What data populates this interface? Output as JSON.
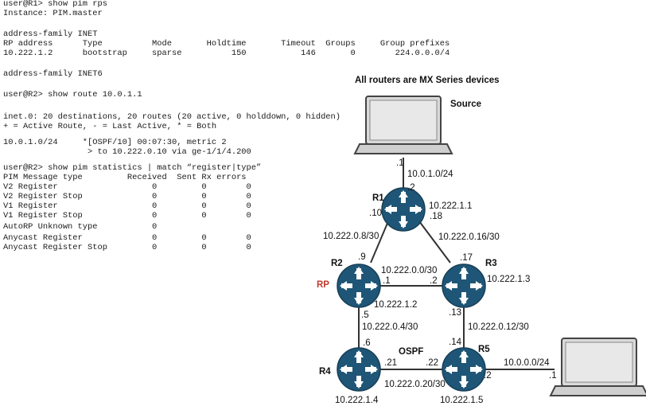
{
  "cli": [
    "user@R1> show pim rps",
    "Instance: PIM.master",
    "",
    "address-family INET",
    "RP address      Type          Mode       Holdtime       Timeout  Groups     Group prefixes",
    "10.222.1.2      bootstrap     sparse          150           146       0        224.0.0.0/4",
    "",
    "address-family INET6",
    "",
    "user@R2> show route 10.0.1.1",
    "",
    "inet.0: 20 destinations, 20 routes (20 active, 0 holddown, 0 hidden)",
    "+ = Active Route, - = Last Active, * = Both",
    "",
    "10.0.1.0/24     *[OSPF/10] 00:07:30, metric 2",
    "                 > to 10.222.0.10 via ge-1/1/4.200",
    "user@R2> show pim statistics | match “register|type”",
    "PIM Message type         Received  Sent Rx errors",
    "V2 Register                   0         0        0",
    "V2 Register Stop              0         0        0",
    "V1 Register                   0         0        0",
    "V1 Register Stop              0         0        0",
    "AutoRP Unknown type           0",
    "Anycast Register              0         0        0",
    "Anycast Register Stop         0         0        0"
  ],
  "diagram": {
    "title": "All routers are MX Series devices",
    "source_label": "Source",
    "ospf_label": "OSPF",
    "rp_label": "RP",
    "colors": {
      "router_fill": "#1f5677",
      "router_arrows": "#ffffff",
      "rp_text": "#c0392b",
      "line": "#333333",
      "laptop": "#dcdcdc"
    },
    "icons": {
      "router": "router-icon",
      "laptop": "laptop-icon"
    },
    "routers": [
      {
        "name": "R1",
        "loopback": "10.222.1.1"
      },
      {
        "name": "R2",
        "loopback": "10.222.1.2"
      },
      {
        "name": "R3",
        "loopback": "10.222.1.3"
      },
      {
        "name": "R4",
        "loopback": "10.222.1.4"
      },
      {
        "name": "R5",
        "loopback": "10.222.1.5"
      }
    ],
    "links": [
      {
        "subnet": "10.0.1.0/24",
        "a": ".1",
        "b": ".2"
      },
      {
        "subnet": "10.222.0.8/30",
        "a": ".10",
        "b": ".9"
      },
      {
        "subnet": "10.222.0.16/30",
        "a": ".18",
        "b": ".17"
      },
      {
        "subnet": "10.222.0.0/30",
        "a": ".1",
        "b": ".2"
      },
      {
        "subnet": "10.222.0.4/30",
        "a": ".5",
        "b": ".6"
      },
      {
        "subnet": "10.222.0.12/30",
        "a": ".13",
        "b": ".14"
      },
      {
        "subnet": "10.222.0.20/30",
        "a": ".21",
        "b": ".22"
      },
      {
        "subnet": "10.0.0.0/24",
        "a": ".2",
        "b": ".1"
      }
    ]
  }
}
